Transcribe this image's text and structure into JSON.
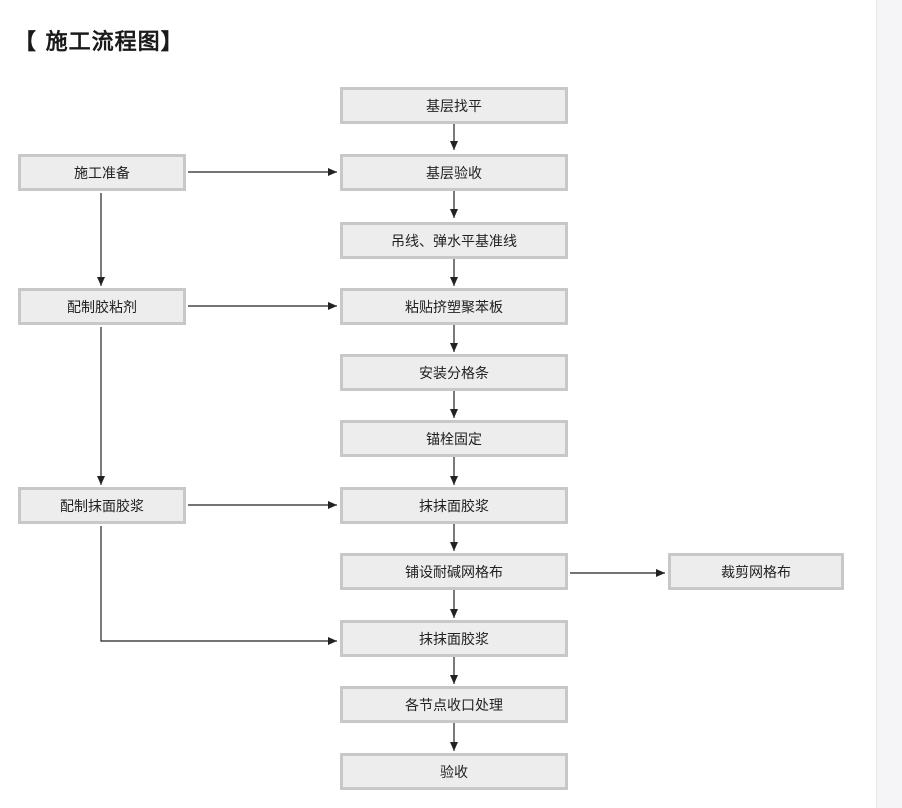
{
  "title": "【 施工流程图】",
  "main_steps": [
    "基层找平",
    "基层验收",
    "吊线、弹水平基准线",
    "粘贴挤塑聚苯板",
    "安装分格条",
    "锚栓固定",
    "抹抹面胶浆",
    "铺设耐碱网格布",
    "抹抹面胶浆",
    "各节点收口处理",
    "验收"
  ],
  "side_steps": [
    "施工准备",
    "配制胶粘剂",
    "配制抹面胶浆"
  ],
  "branch_step": "裁剪网格布",
  "colors": {
    "box_fill": "#ededed",
    "box_border": "#c8c8c8",
    "line": "#222222"
  }
}
